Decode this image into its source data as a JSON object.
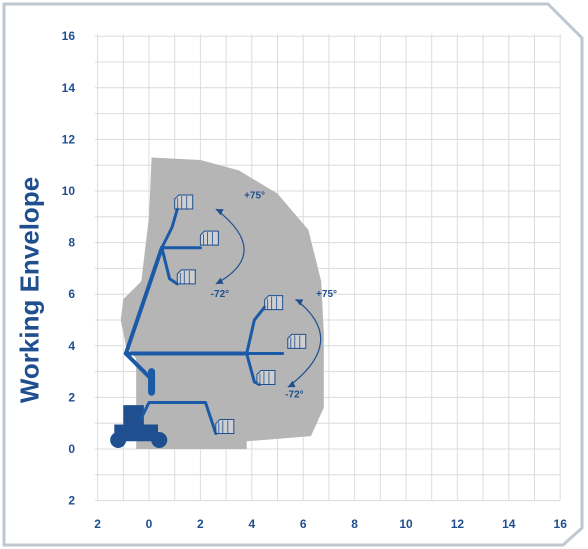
{
  "title": "Working Envelope",
  "colors": {
    "text": "#1f4f8f",
    "boom": "#1a5aa6",
    "machine": "#1f4f8f",
    "envelope": "#b5b5b5",
    "grid": "#dcdcdc",
    "frame_border": "#bfc7d1",
    "annotation": "#1f4f8f"
  },
  "icons": {
    "platform": "platform-basket-icon",
    "rotation": "rotation-arc-arrow-icon"
  },
  "chart_data": {
    "type": "diagram",
    "title": "",
    "ylabel": "Working Envelope",
    "x_ticks": [
      "2",
      "0",
      "2",
      "4",
      "6",
      "8",
      "10",
      "12",
      "14",
      "16"
    ],
    "y_ticks": [
      "16",
      "14",
      "12",
      "10",
      "8",
      "6",
      "4",
      "2",
      "0",
      "2"
    ],
    "xlim": [
      -2,
      16
    ],
    "ylim": [
      -2,
      16
    ],
    "envelope_outline": [
      [
        0.1,
        11.3
      ],
      [
        2.0,
        11.2
      ],
      [
        3.5,
        10.8
      ],
      [
        5.0,
        9.9
      ],
      [
        6.2,
        8.5
      ],
      [
        6.7,
        6.5
      ],
      [
        6.8,
        4.5
      ],
      [
        6.8,
        1.6
      ],
      [
        6.3,
        0.5
      ],
      [
        3.8,
        0.3
      ],
      [
        3.8,
        0.0
      ],
      [
        -0.5,
        0.0
      ],
      [
        -0.5,
        3.5
      ],
      [
        -0.9,
        4.0
      ],
      [
        -1.1,
        5.0
      ],
      [
        -1.0,
        5.8
      ],
      [
        -0.3,
        6.5
      ],
      [
        0.0,
        9.0
      ],
      [
        0.1,
        11.3
      ]
    ],
    "annotations": [
      {
        "text": "+75°",
        "x": 3.7,
        "y": 9.7
      },
      {
        "text": "-72°",
        "x": 2.4,
        "y": 5.9
      },
      {
        "text": "+75°",
        "x": 6.5,
        "y": 5.9
      },
      {
        "text": "-72°",
        "x": 5.3,
        "y": 2.0
      }
    ]
  }
}
